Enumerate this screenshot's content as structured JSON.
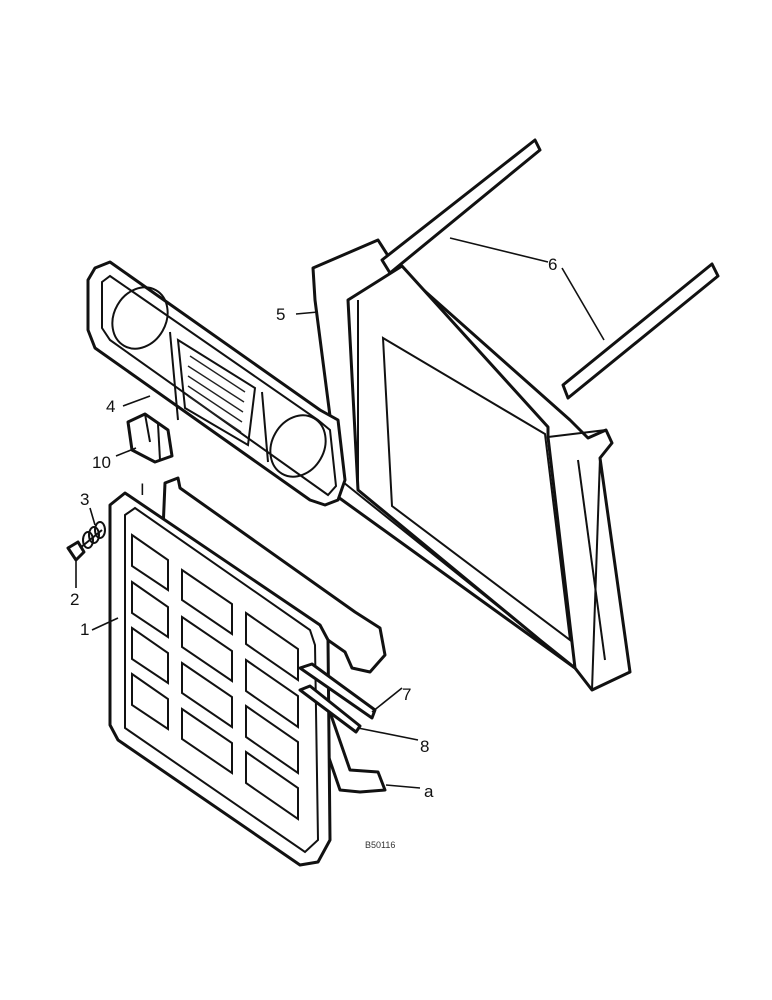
{
  "callouts": [
    {
      "id": "1",
      "text": "1"
    },
    {
      "id": "2",
      "text": "2"
    },
    {
      "id": "3",
      "text": "3"
    },
    {
      "id": "4",
      "text": "4"
    },
    {
      "id": "5",
      "text": "5"
    },
    {
      "id": "6",
      "text": "6"
    },
    {
      "id": "7",
      "text": "7"
    },
    {
      "id": "8",
      "text": "8"
    },
    {
      "id": "9",
      "text": "a"
    },
    {
      "id": "10",
      "text": "10"
    },
    {
      "id": "11",
      "text": "I"
    }
  ],
  "drawing_code": "B50116"
}
